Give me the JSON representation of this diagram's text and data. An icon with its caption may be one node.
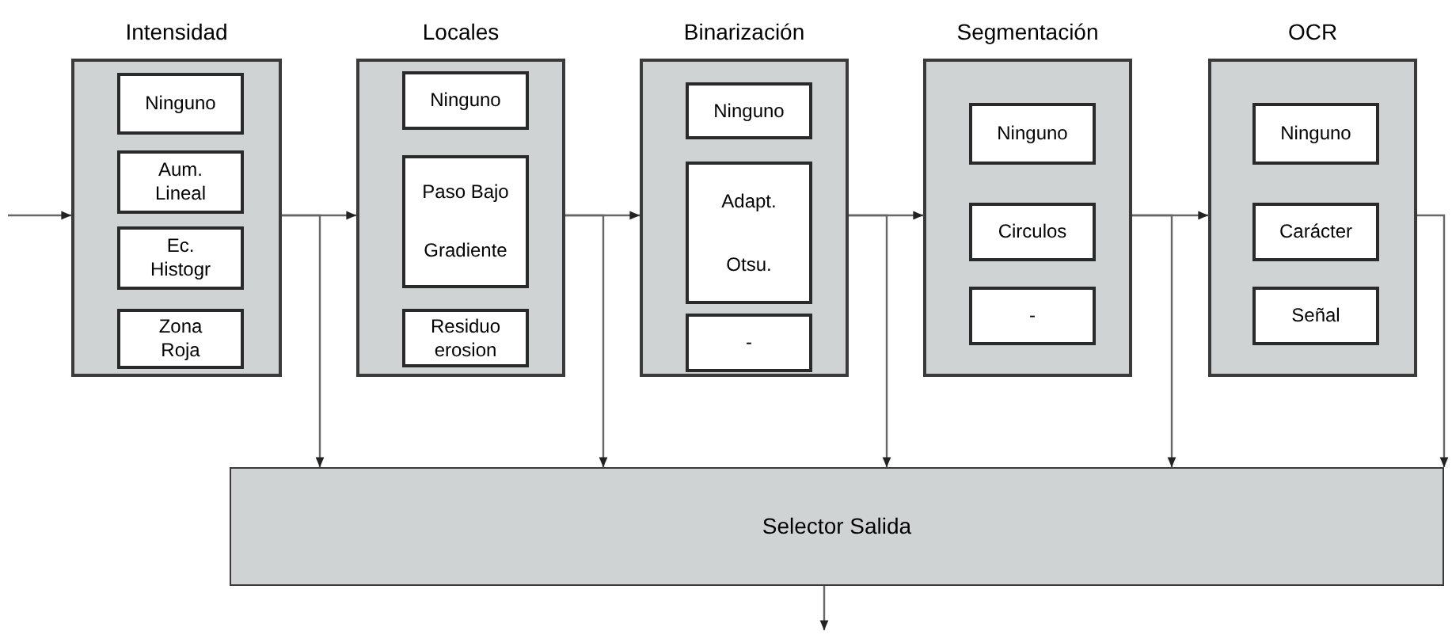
{
  "diagram": {
    "nodes": [
      {
        "text": [
          "Intensidad"
        ]
      },
      {
        "text": [
          "Ninguno"
        ],
        "in": 0
      },
      {
        "text": [
          "Aum. Lineal"
        ],
        "in": 0
      },
      {
        "text": [
          "Ec. Histogr"
        ],
        "in": 0
      },
      {
        "text": [
          "Zona Roja"
        ],
        "in": 0
      },
      {
        "text": [
          "Locales"
        ]
      },
      {
        "text": [
          "Ninguno"
        ],
        "in": 5
      },
      {
        "text": [
          "Paso Bajo",
          "Gradiente"
        ],
        "in": 5
      },
      {
        "text": [
          "Residuo erosion"
        ],
        "in": 5
      },
      {
        "text": [
          "Binarización"
        ]
      },
      {
        "text": [
          "Ninguno"
        ],
        "in": 9
      },
      {
        "text": [
          "Adapt.",
          "Otsu."
        ],
        "in": 9
      },
      {
        "text": [
          "-"
        ],
        "in": 9
      },
      {
        "text": [
          "Segmentación"
        ]
      },
      {
        "text": [
          "Ninguno"
        ],
        "in": 13
      },
      {
        "text": [
          "Circulos"
        ],
        "in": 13
      },
      {
        "text": [
          "-"
        ],
        "in": 13
      },
      {
        "text": [
          "OCR"
        ]
      },
      {
        "text": [
          "Ninguno"
        ],
        "in": 17
      },
      {
        "text": [
          "Carácter"
        ],
        "in": 17
      },
      {
        "text": [
          "Señal"
        ],
        "in": 17
      },
      {
        "text": [
          "Selector Salida"
        ]
      }
    ],
    "edges": [
      {
        "from": null,
        "to": 0,
        "arrow": "to"
      },
      {
        "from": 0,
        "to": 5,
        "arrow": "to"
      },
      {
        "from": 0,
        "to": 21,
        "arrow": "to"
      },
      {
        "from": 5,
        "to": 9,
        "arrow": "to"
      },
      {
        "from": 5,
        "to": 21,
        "arrow": "to"
      },
      {
        "from": 9,
        "to": 13,
        "arrow": "to"
      },
      {
        "from": 9,
        "to": 21,
        "arrow": "to"
      },
      {
        "from": 13,
        "to": 17,
        "arrow": "to"
      },
      {
        "from": 13,
        "to": 21,
        "arrow": "to"
      },
      {
        "from": 17,
        "to": 21,
        "arrow": "to"
      },
      {
        "from": 21,
        "to": null,
        "arrow": "to"
      }
    ]
  }
}
